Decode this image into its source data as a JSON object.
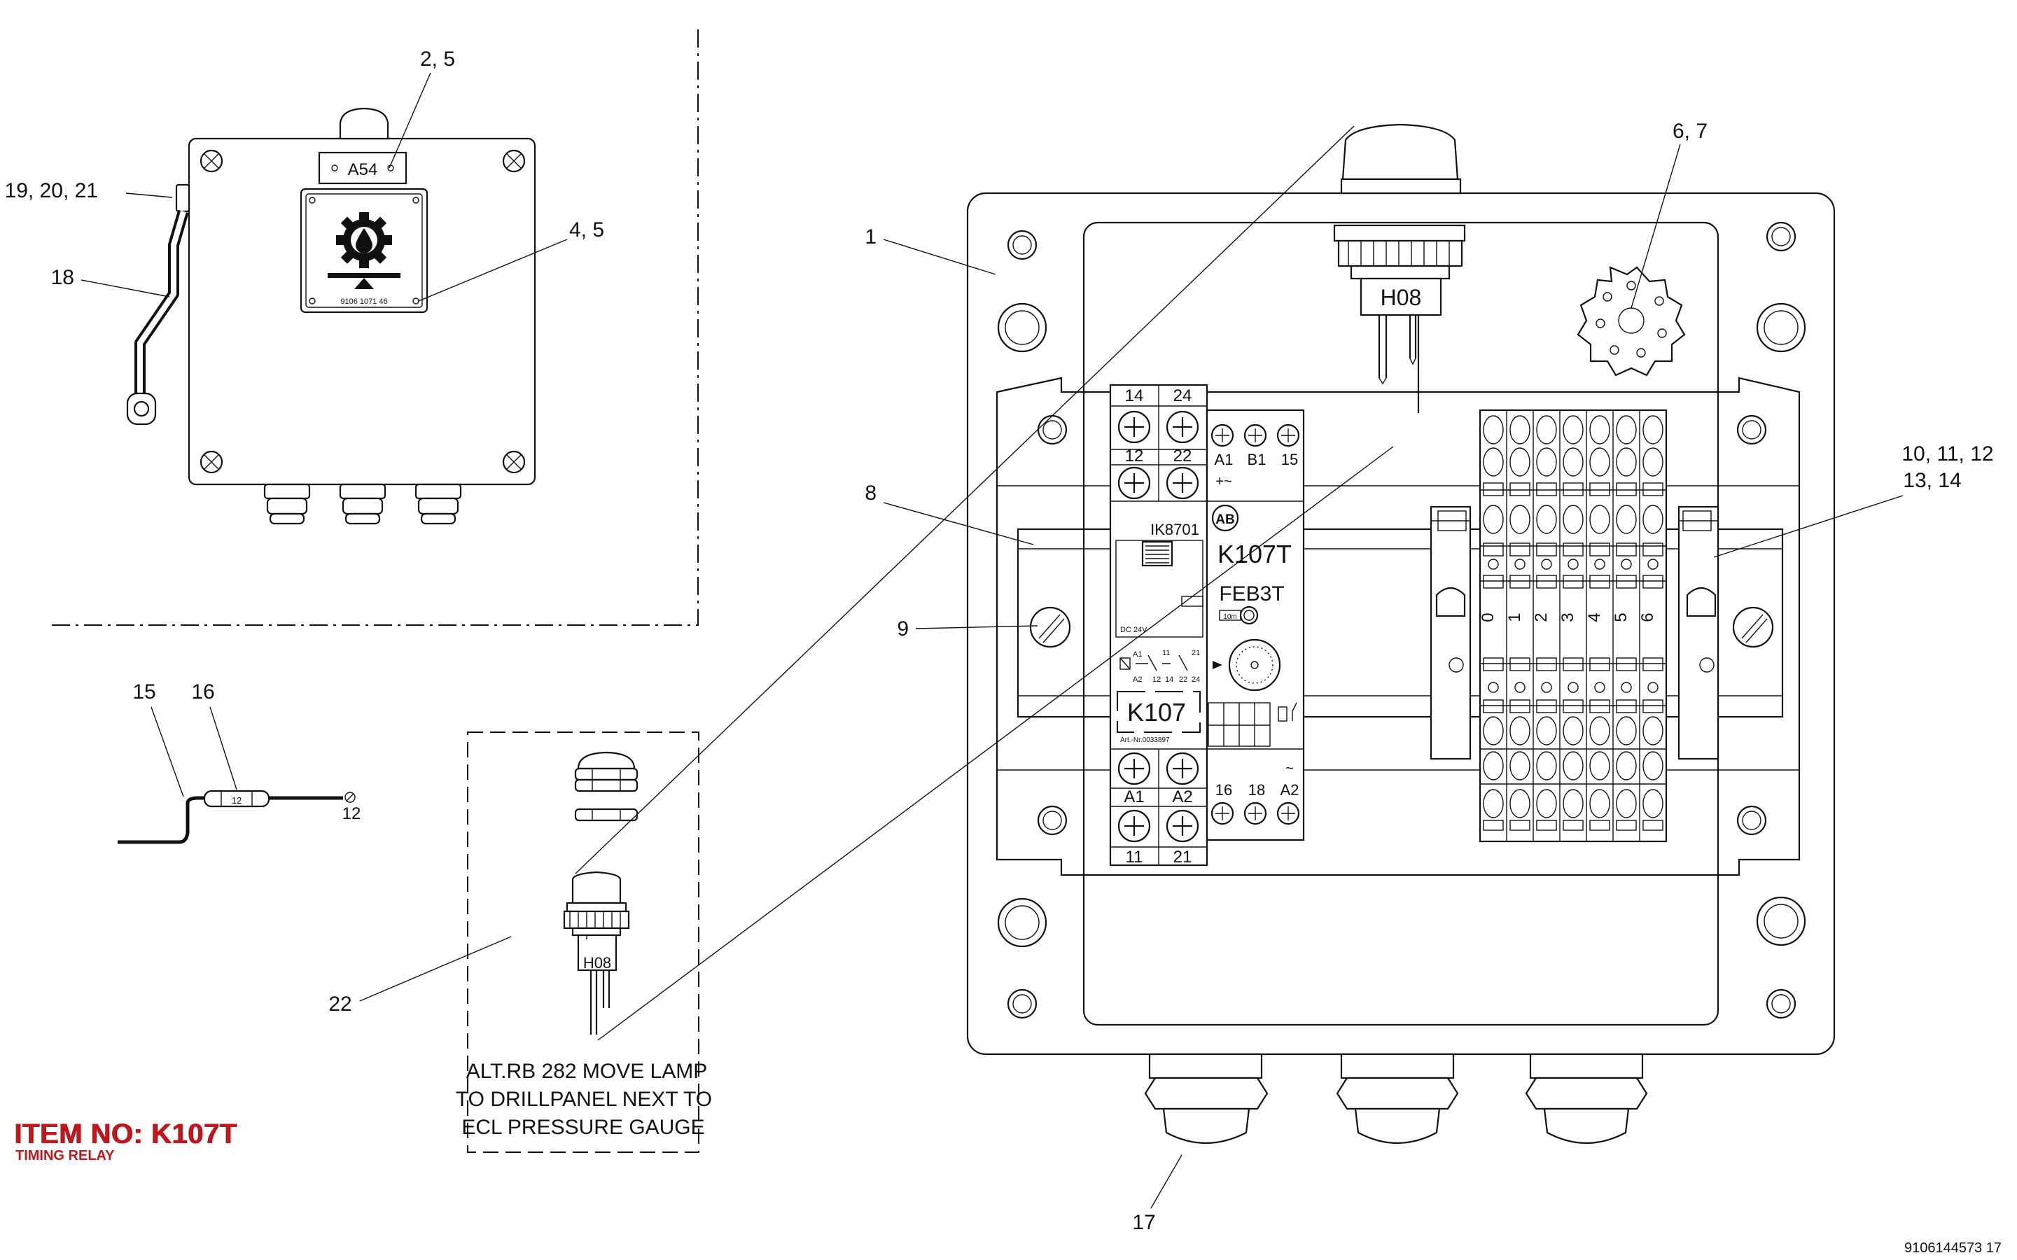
{
  "item": {
    "title": "ITEM NO: K107T",
    "subtitle": "TIMING RELAY"
  },
  "drawing_number": "9106144573 17",
  "callouts": {
    "c1": "1",
    "c2_5": "2, 5",
    "c4_5": "4, 5",
    "c6_7": "6, 7",
    "c8": "8",
    "c9": "9",
    "c10_12": "10, 11, 12",
    "c13_14": "13, 14",
    "c15": "15",
    "c16": "16",
    "c17": "17",
    "c18": "18",
    "c19_21": "19, 20, 21",
    "c22": "22"
  },
  "small_box": {
    "plate_label": "A54",
    "sticker_code": "9106 1071 46"
  },
  "wire": {
    "marker": "12",
    "end_label": "12"
  },
  "lamp": {
    "label": "H08"
  },
  "note": {
    "line1": "ALT.RB 282 MOVE LAMP",
    "line2": "TO DRILLPANEL NEXT TO",
    "line3": "ECL PRESSURE GAUGE"
  },
  "relay": {
    "top_terms": [
      "14",
      "24",
      "12",
      "22"
    ],
    "bottom_terms": [
      "A1",
      "A2",
      "11",
      "21"
    ],
    "model_left": "IK8701",
    "voltage": "DC 24V",
    "tag": "K107",
    "art_no": "Art.-Nr.0033897",
    "right_top_terms": [
      "A1",
      "B1",
      "15"
    ],
    "supply_mark": "+~",
    "brand": "AB",
    "model_right": "K107T",
    "model_right2": "FEB3T",
    "time_range": "10m",
    "right_bottom_terms": [
      "16",
      "18",
      "A2"
    ],
    "ac_mark": "~",
    "schem_top": [
      "A1",
      "11",
      "21"
    ],
    "schem_bottom": [
      "A2",
      "12",
      "14",
      "22",
      "24"
    ]
  },
  "terminals": {
    "numbers": [
      "0",
      "1",
      "2",
      "3",
      "4",
      "5",
      "6"
    ]
  }
}
